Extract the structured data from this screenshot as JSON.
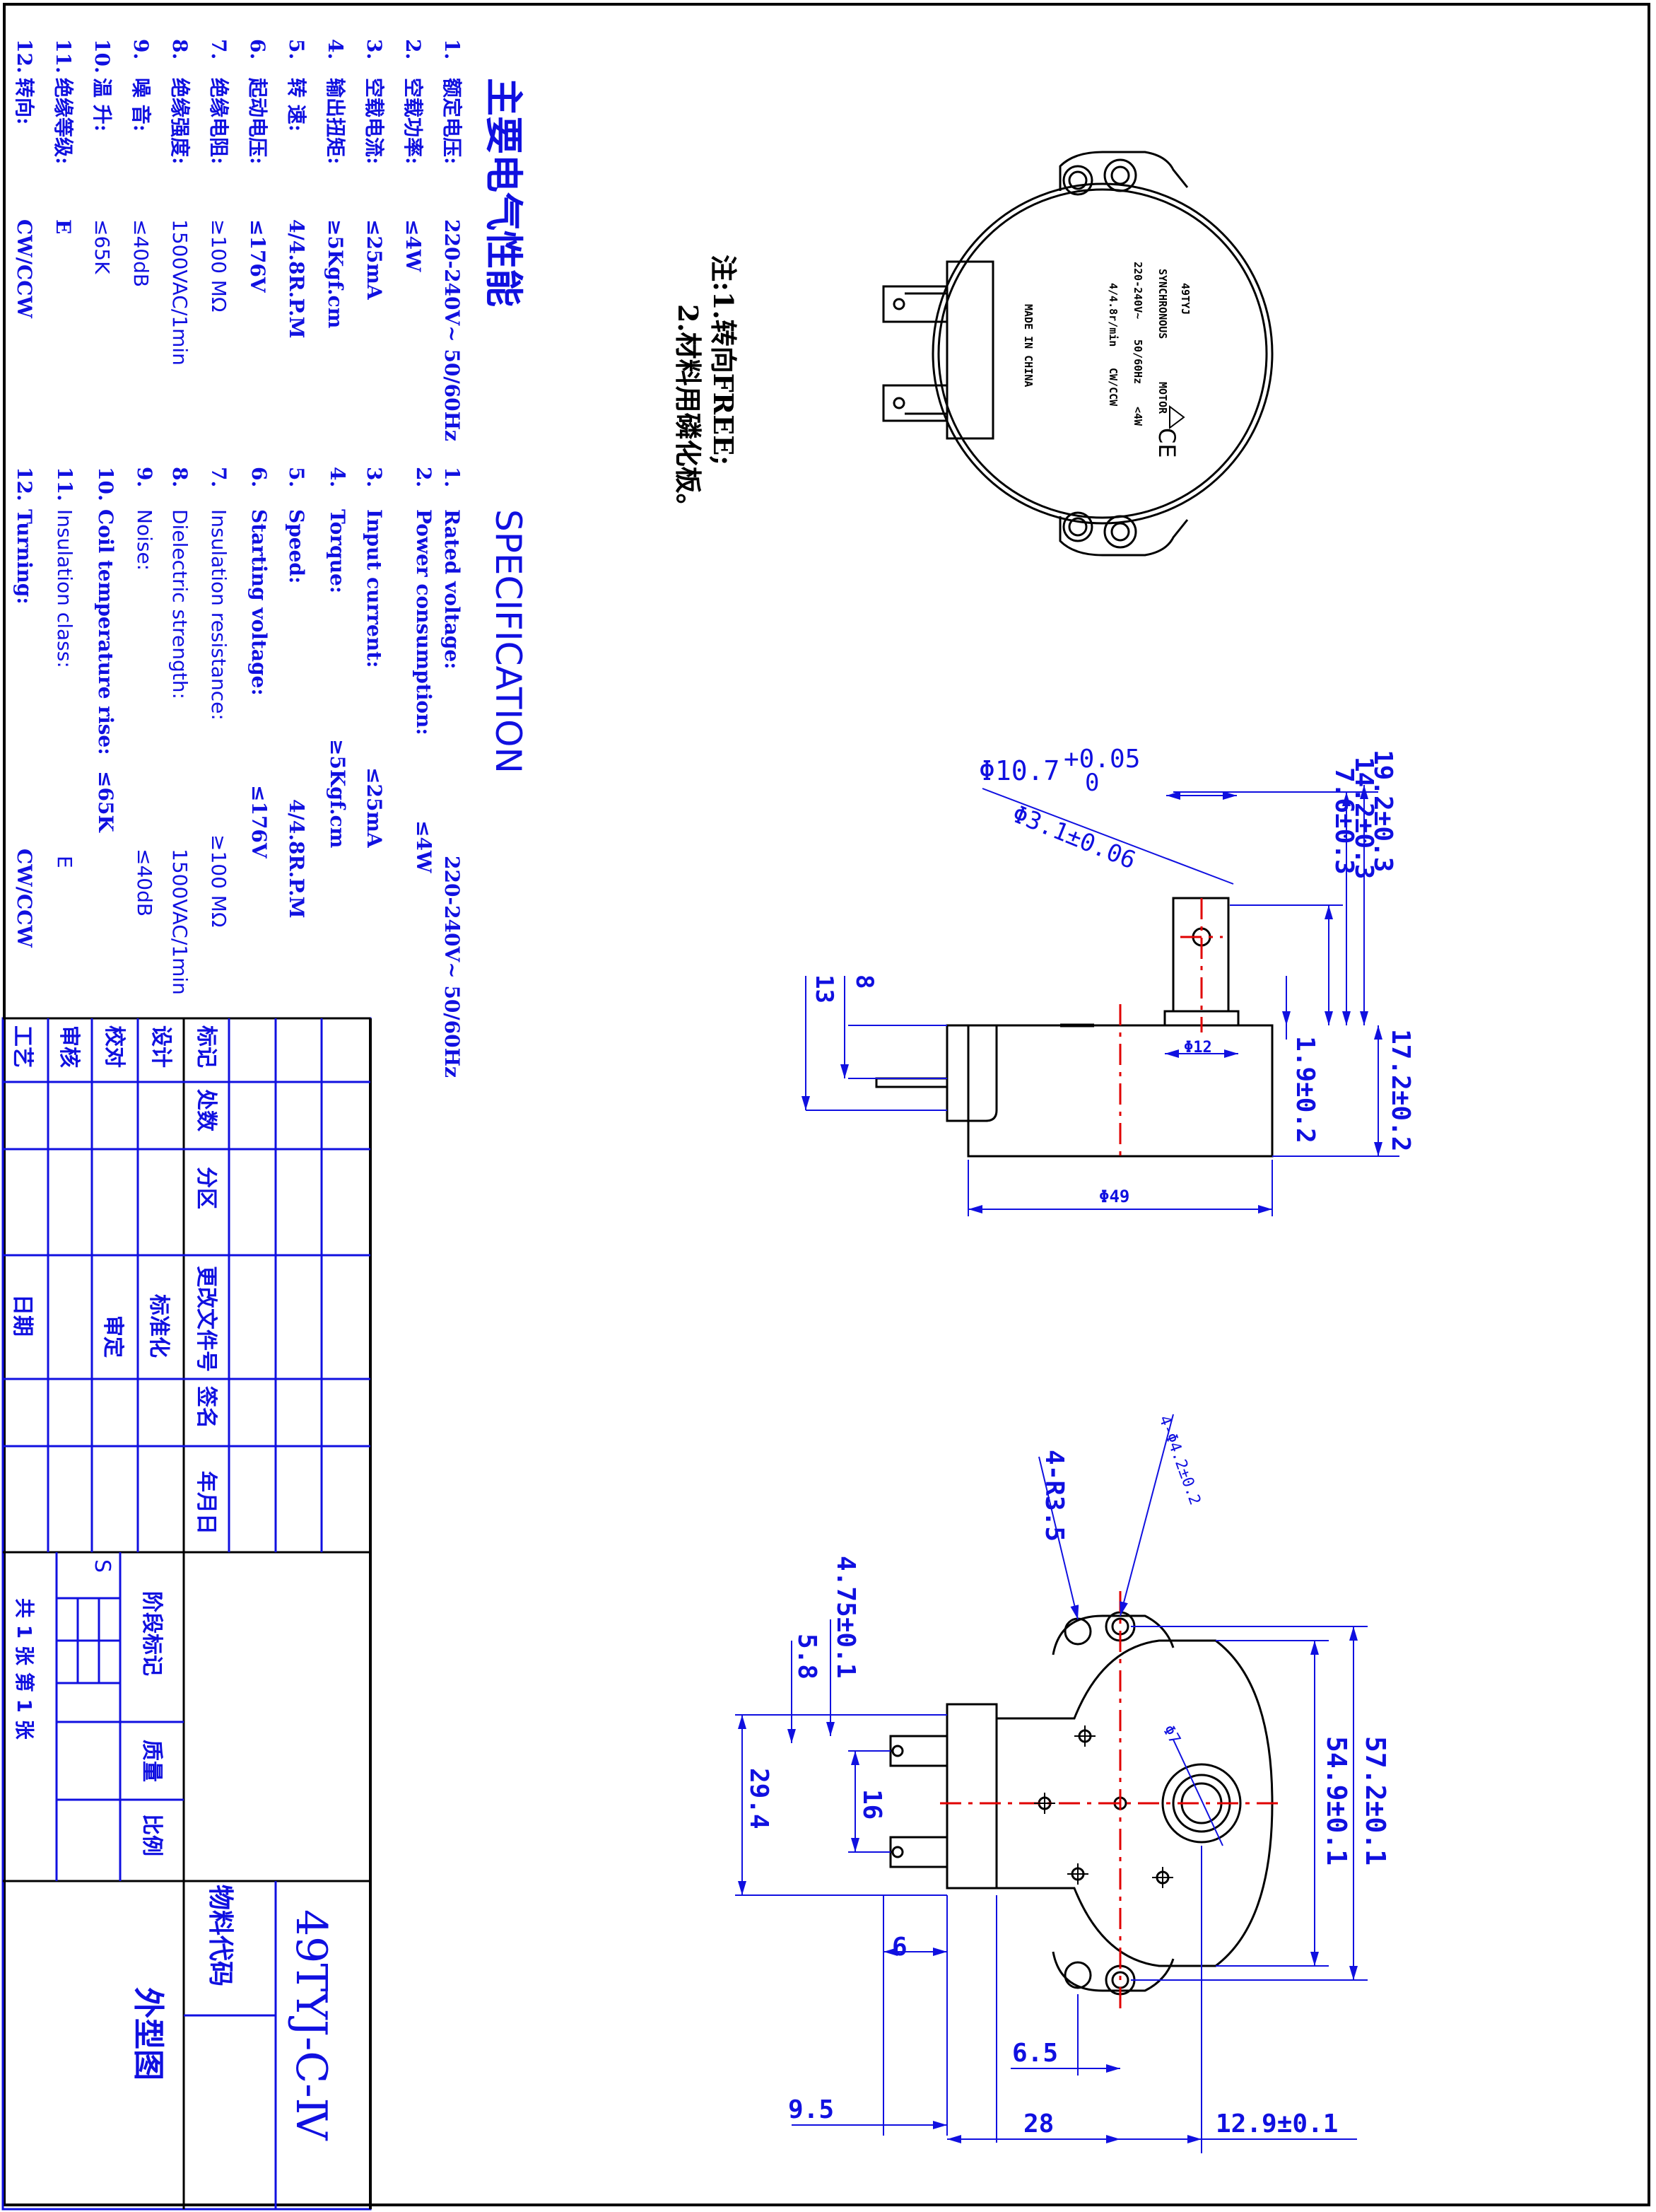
{
  "colors": {
    "ink": "#1010e0",
    "line": "#000000",
    "center": "#e00000",
    "border": "#000000"
  },
  "chinese_spec": {
    "title": "主要电气性能",
    "items": [
      {
        "num": "1.",
        "label": "额定电压:",
        "value": "220-240V~ 50/60Hz"
      },
      {
        "num": "2.",
        "label": "空载功率:",
        "value": "≤4W"
      },
      {
        "num": "3.",
        "label": "空载电流:",
        "value": "≤25mA"
      },
      {
        "num": "4.",
        "label": "输出扭矩:",
        "value": "≥5Kgf.cm"
      },
      {
        "num": "5.",
        "label": "转      速:",
        "value": "4/4.8R.P.M"
      },
      {
        "num": "6.",
        "label": "起动电压:",
        "value": "≤176V"
      },
      {
        "num": "7.",
        "label": "绝缘电阻:",
        "value": "≥100 MΩ"
      },
      {
        "num": "8.",
        "label": "绝缘强度:",
        "value": "1500VAC/1min"
      },
      {
        "num": "9.",
        "label": "噪      音:",
        "value": "≤40dB"
      },
      {
        "num": "10.",
        "label": "温      升:",
        "value": "≤65K"
      },
      {
        "num": "11.",
        "label": "绝缘等级:",
        "value": "E"
      },
      {
        "num": "12.",
        "label": "转向:",
        "value": "CW/CCW"
      }
    ]
  },
  "english_spec": {
    "title": "SPECIFICATION",
    "items": [
      {
        "num": "1.",
        "label": "Rated voltage:",
        "value": "220-240V~  50/60Hz"
      },
      {
        "num": "2.",
        "label": "Power consumption:",
        "value": "≤4W"
      },
      {
        "num": "3.",
        "label": "Input current:",
        "value": "≤25mA"
      },
      {
        "num": "4.",
        "label": "Torque:",
        "value": "≥5Kgf.cm"
      },
      {
        "num": "5.",
        "label": "Speed:",
        "value": "4/4.8R.P.M"
      },
      {
        "num": "6.",
        "label": "Starting voltage:",
        "value": "≤176V"
      },
      {
        "num": "7.",
        "label": "Insulation resistance:",
        "value": "≥100 MΩ"
      },
      {
        "num": "8.",
        "label": "Dielectric strength:",
        "value": "1500VAC/1min"
      },
      {
        "num": "9.",
        "label": "Noise:",
        "value": "≤40dB"
      },
      {
        "num": "10.",
        "label": "Coil temperature rise:",
        "value": "≤65K"
      },
      {
        "num": "11.",
        "label": "Insulation class:",
        "value": "E"
      },
      {
        "num": "12.",
        "label": "Turning:",
        "value": "CW/CCW"
      }
    ]
  },
  "notes": {
    "line1": "注:1.转向FREE;",
    "line2": "2.材料用磷化板。"
  },
  "motor_label": {
    "model": "49TYJ",
    "type": "SYNCHRONOUS",
    "suffix": "MOTOR",
    "voltage": "220-240V~",
    "freq": "50/60Hz",
    "power": "<4W",
    "speed": "4/4.8r/min",
    "dir": "CW/CCW",
    "origin": "MADE  IN  CHINA"
  },
  "side_view_dims": {
    "d1": "19.2±0.3",
    "d2": "14.2±0.3",
    "d3": "7.6±0.3",
    "shaft_dia_base": "Φ10.7",
    "shaft_dia_tol_plus": "+0.05",
    "shaft_dia_tol_zero": "0",
    "flat_dia": "Φ3.1±0.06",
    "boss_dia": "Φ12",
    "body_dia": "Φ49",
    "d4": "17.2±0.2",
    "d5": "1.9±0.2",
    "term8": "8",
    "term13": "13"
  },
  "front_view_dims": {
    "holes": "4-Φ4.2±0.2",
    "radius": "4-R3.5",
    "d1": "4.75±0.1",
    "d2": "5.8",
    "d3": "29.4",
    "d4": "16",
    "d5": "57.2±0.1",
    "d6": "54.9±0.1",
    "d7": "Φ7",
    "d8": "6",
    "d9": "6.5",
    "d10": "9.5",
    "d11": "28",
    "d12": "12.9±0.1"
  },
  "title_block": {
    "row_top": [
      "标记",
      "处数",
      "分区",
      "更改文件号",
      "签名",
      "年月日"
    ],
    "roles": [
      "设计",
      "校对",
      "审核",
      "工艺"
    ],
    "std": "标准化",
    "approve": "审定",
    "date": "日期",
    "stage": "阶段标记",
    "weight": "质量",
    "scale": "比例",
    "s_mark": "S",
    "sheets": "共 1 张    第 1 张",
    "material_code": "物料代码",
    "drawing_name": "外型图",
    "part_no": "49TYJ-C-Ⅳ"
  }
}
